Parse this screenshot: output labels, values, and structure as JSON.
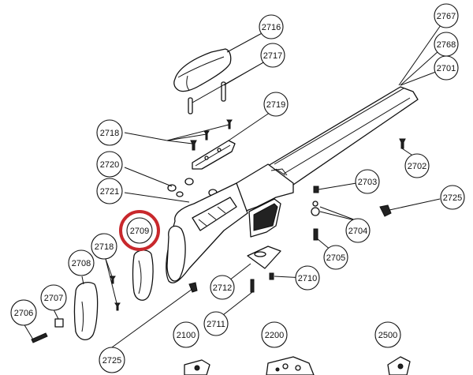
{
  "diagram": {
    "highlight_color": "#c8282c",
    "highlighted_part": "2709",
    "callouts": [
      {
        "id": "c2716",
        "label": "2716"
      },
      {
        "id": "c2717",
        "label": "2717"
      },
      {
        "id": "c2767",
        "label": "2767"
      },
      {
        "id": "c2768",
        "label": "2768"
      },
      {
        "id": "c2701",
        "label": "2701"
      },
      {
        "id": "c2719",
        "label": "2719"
      },
      {
        "id": "c2718a",
        "label": "2718"
      },
      {
        "id": "c2720",
        "label": "2720"
      },
      {
        "id": "c2721",
        "label": "2721"
      },
      {
        "id": "c2702",
        "label": "2702"
      },
      {
        "id": "c2703",
        "label": "2703"
      },
      {
        "id": "c2725a",
        "label": "2725"
      },
      {
        "id": "c2704",
        "label": "2704"
      },
      {
        "id": "c2705",
        "label": "2705"
      },
      {
        "id": "c2709",
        "label": "2709"
      },
      {
        "id": "c2718b",
        "label": "2718"
      },
      {
        "id": "c2708",
        "label": "2708"
      },
      {
        "id": "c2707",
        "label": "2707"
      },
      {
        "id": "c2706",
        "label": "2706"
      },
      {
        "id": "c2712",
        "label": "2712"
      },
      {
        "id": "c2710",
        "label": "2710"
      },
      {
        "id": "c2711",
        "label": "2711"
      },
      {
        "id": "c2725b",
        "label": "2725"
      },
      {
        "id": "c2100",
        "label": "2100"
      },
      {
        "id": "c2200",
        "label": "2200"
      },
      {
        "id": "c2500",
        "label": "2500"
      }
    ]
  }
}
